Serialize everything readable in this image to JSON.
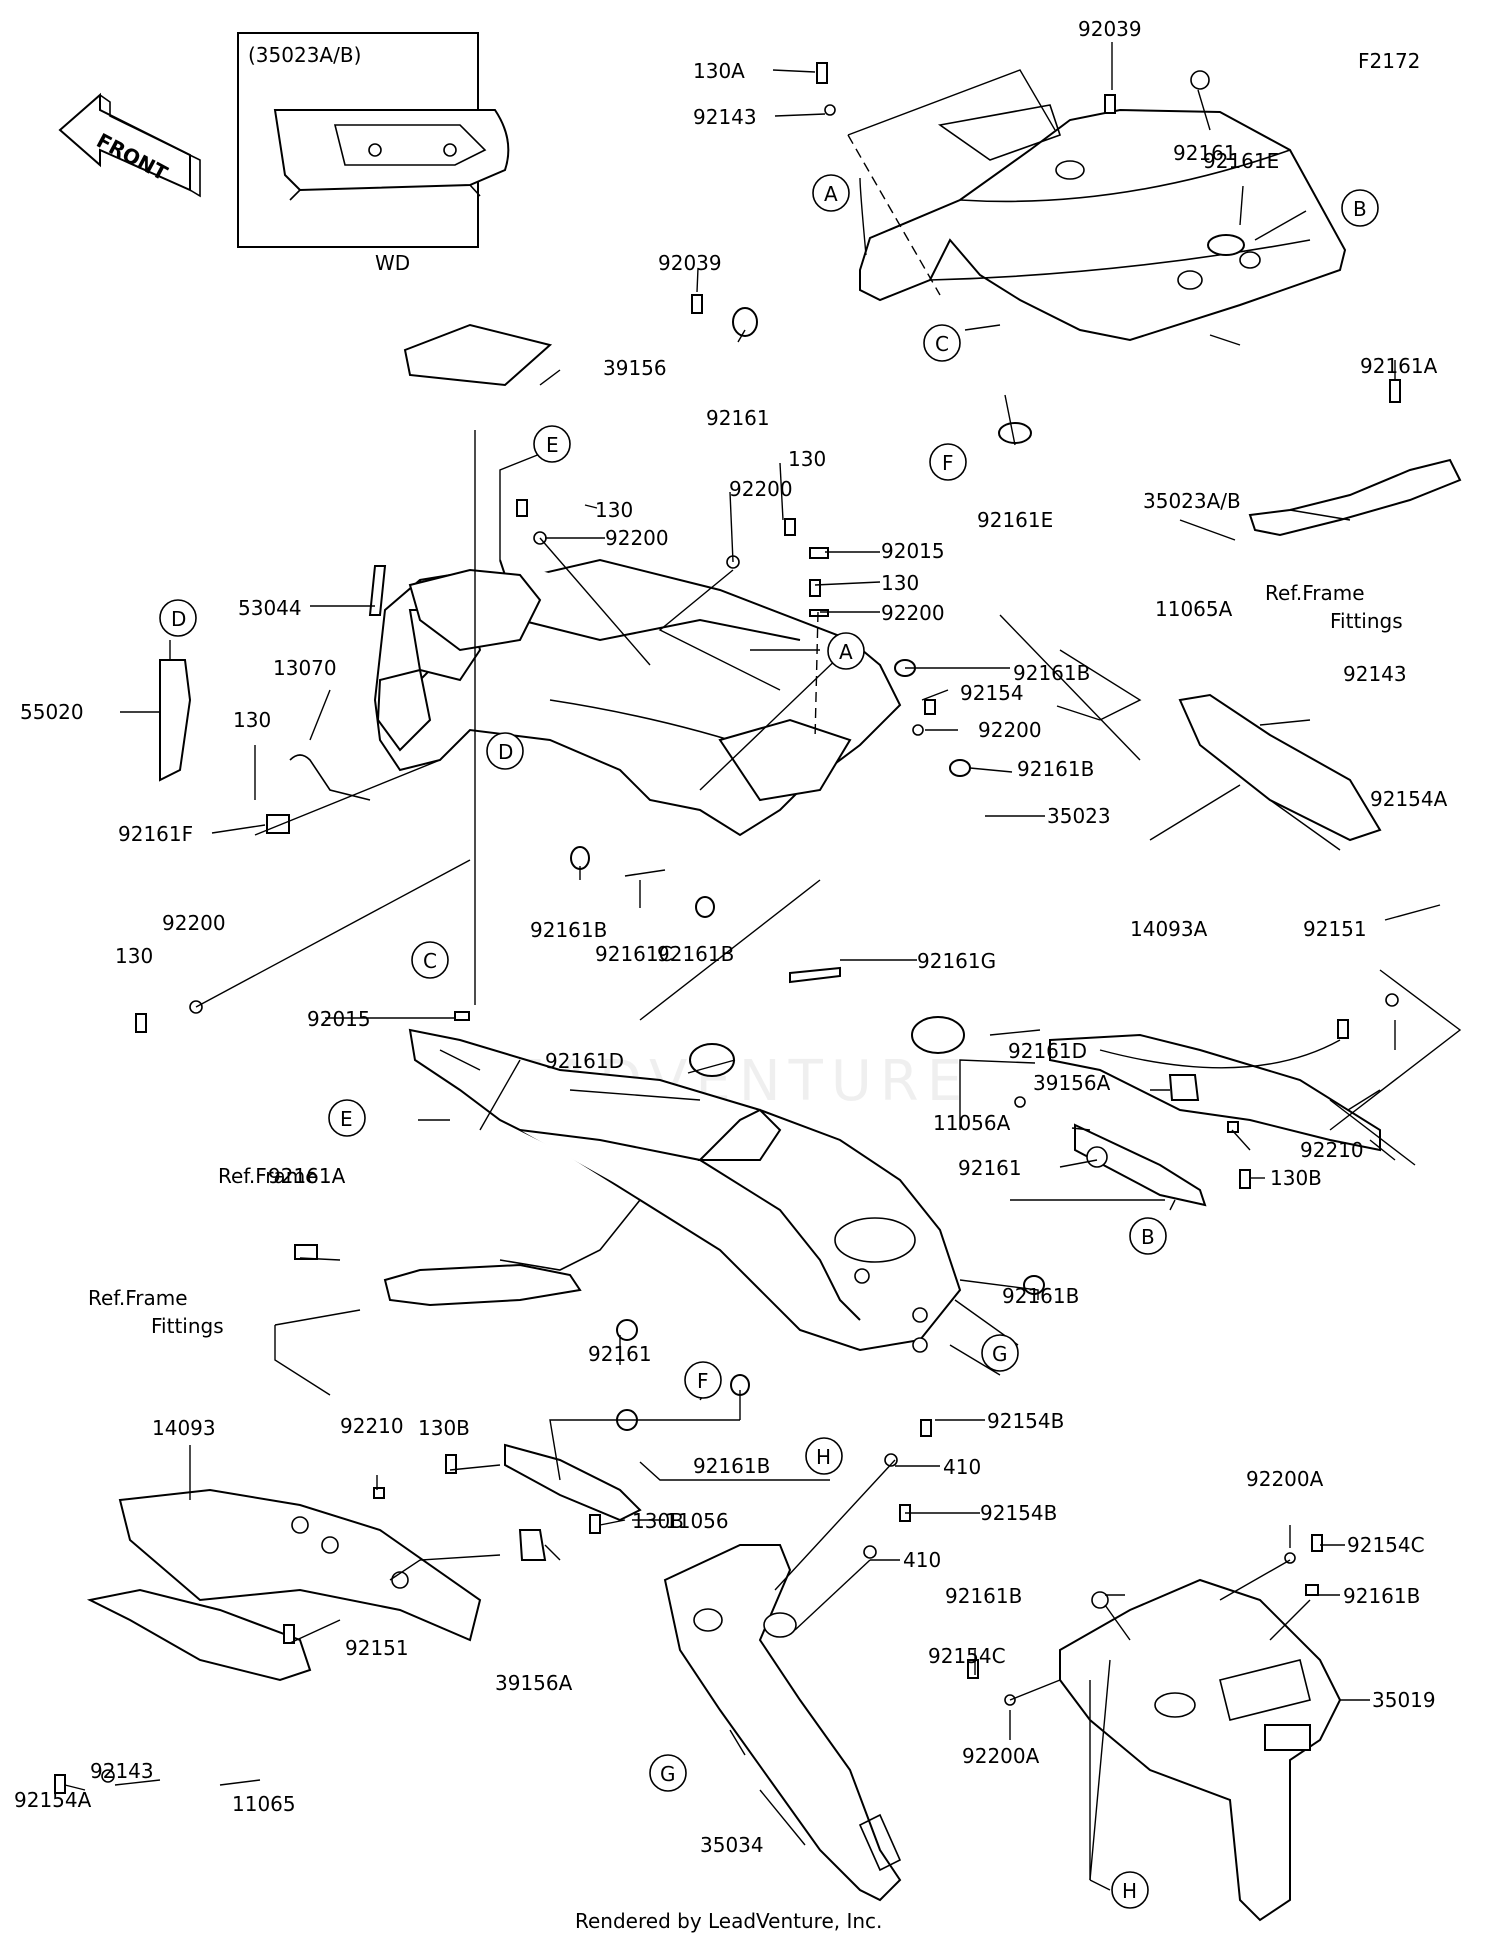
{
  "figure_code": "F2172",
  "front_label": "FRONT",
  "inset": {
    "title": "(35023A/B)",
    "caption": "WD"
  },
  "watermark": "LEADVENTURE",
  "footer": "Rendered by LeadVenture, Inc.",
  "ref_labels": {
    "frame": "Ref.Frame",
    "frame_fittings_1": "Ref.Frame",
    "frame_fittings_2": "Fittings"
  },
  "markers": [
    "A",
    "B",
    "C",
    "D",
    "E",
    "F",
    "G",
    "H"
  ],
  "parts": {
    "p130A": "130A",
    "p92143_top": "92143",
    "p92039_top": "92039",
    "p92161_top": "92161",
    "p92161E_top": "92161E",
    "p92039_left": "92039",
    "p92161_mid": "92161",
    "p39156": "39156",
    "p130_a": "130",
    "p92200_a": "92200",
    "p92200_b": "92200",
    "p130_b": "130",
    "p92015_a": "92015",
    "p130_c": "130",
    "p92200_c": "92200",
    "p92161E_mid": "92161E",
    "p35023AB": "35023A/B",
    "p92161A_top": "92161A",
    "p53044": "53044",
    "p13070": "13070",
    "p55020": "55020",
    "p130_d": "130",
    "p92161F": "92161F",
    "p92161B_a": "92161B",
    "p92154": "92154",
    "p92200_d": "92200",
    "p92161B_b": "92161B",
    "p35023": "35023",
    "p11065A": "11065A",
    "p92143_r": "92143",
    "p92154A_r": "92154A",
    "p92161B_c": "92161B",
    "p92161C": "92161C",
    "p92161B_d": "92161B",
    "p92161G": "92161G",
    "p92200_e": "92200",
    "p130_e": "130",
    "p92015_b": "92015",
    "p14093A": "14093A",
    "p92151_r": "92151",
    "p92161D_a": "92161D",
    "p92161D_b": "92161D",
    "p39156A_r": "39156A",
    "p11056A": "11056A",
    "p92161_r": "92161",
    "p92210_r": "92210",
    "p130B_r": "130B",
    "p92161A_l": "92161A",
    "p92161B_e": "92161B",
    "p92161_l": "92161",
    "p130B_l": "130B",
    "p14093": "14093",
    "p92210_l": "92210",
    "p11056": "11056",
    "p130B_l2": "130B",
    "p92161B_f": "92161B",
    "p92154B_a": "92154B",
    "p410_a": "410",
    "p92154B_b": "92154B",
    "p410_b": "410",
    "p92200A_a": "92200A",
    "p92154C_a": "92154C",
    "p92161B_g": "92161B",
    "p92161B_h": "92161B",
    "p35019": "35019",
    "p92154C_b": "92154C",
    "p92200A_b": "92200A",
    "p35034": "35034",
    "p92151_l": "92151",
    "p39156A_l": "39156A",
    "p92143_l": "92143",
    "p92154A_l": "92154A",
    "p11065": "11065"
  }
}
